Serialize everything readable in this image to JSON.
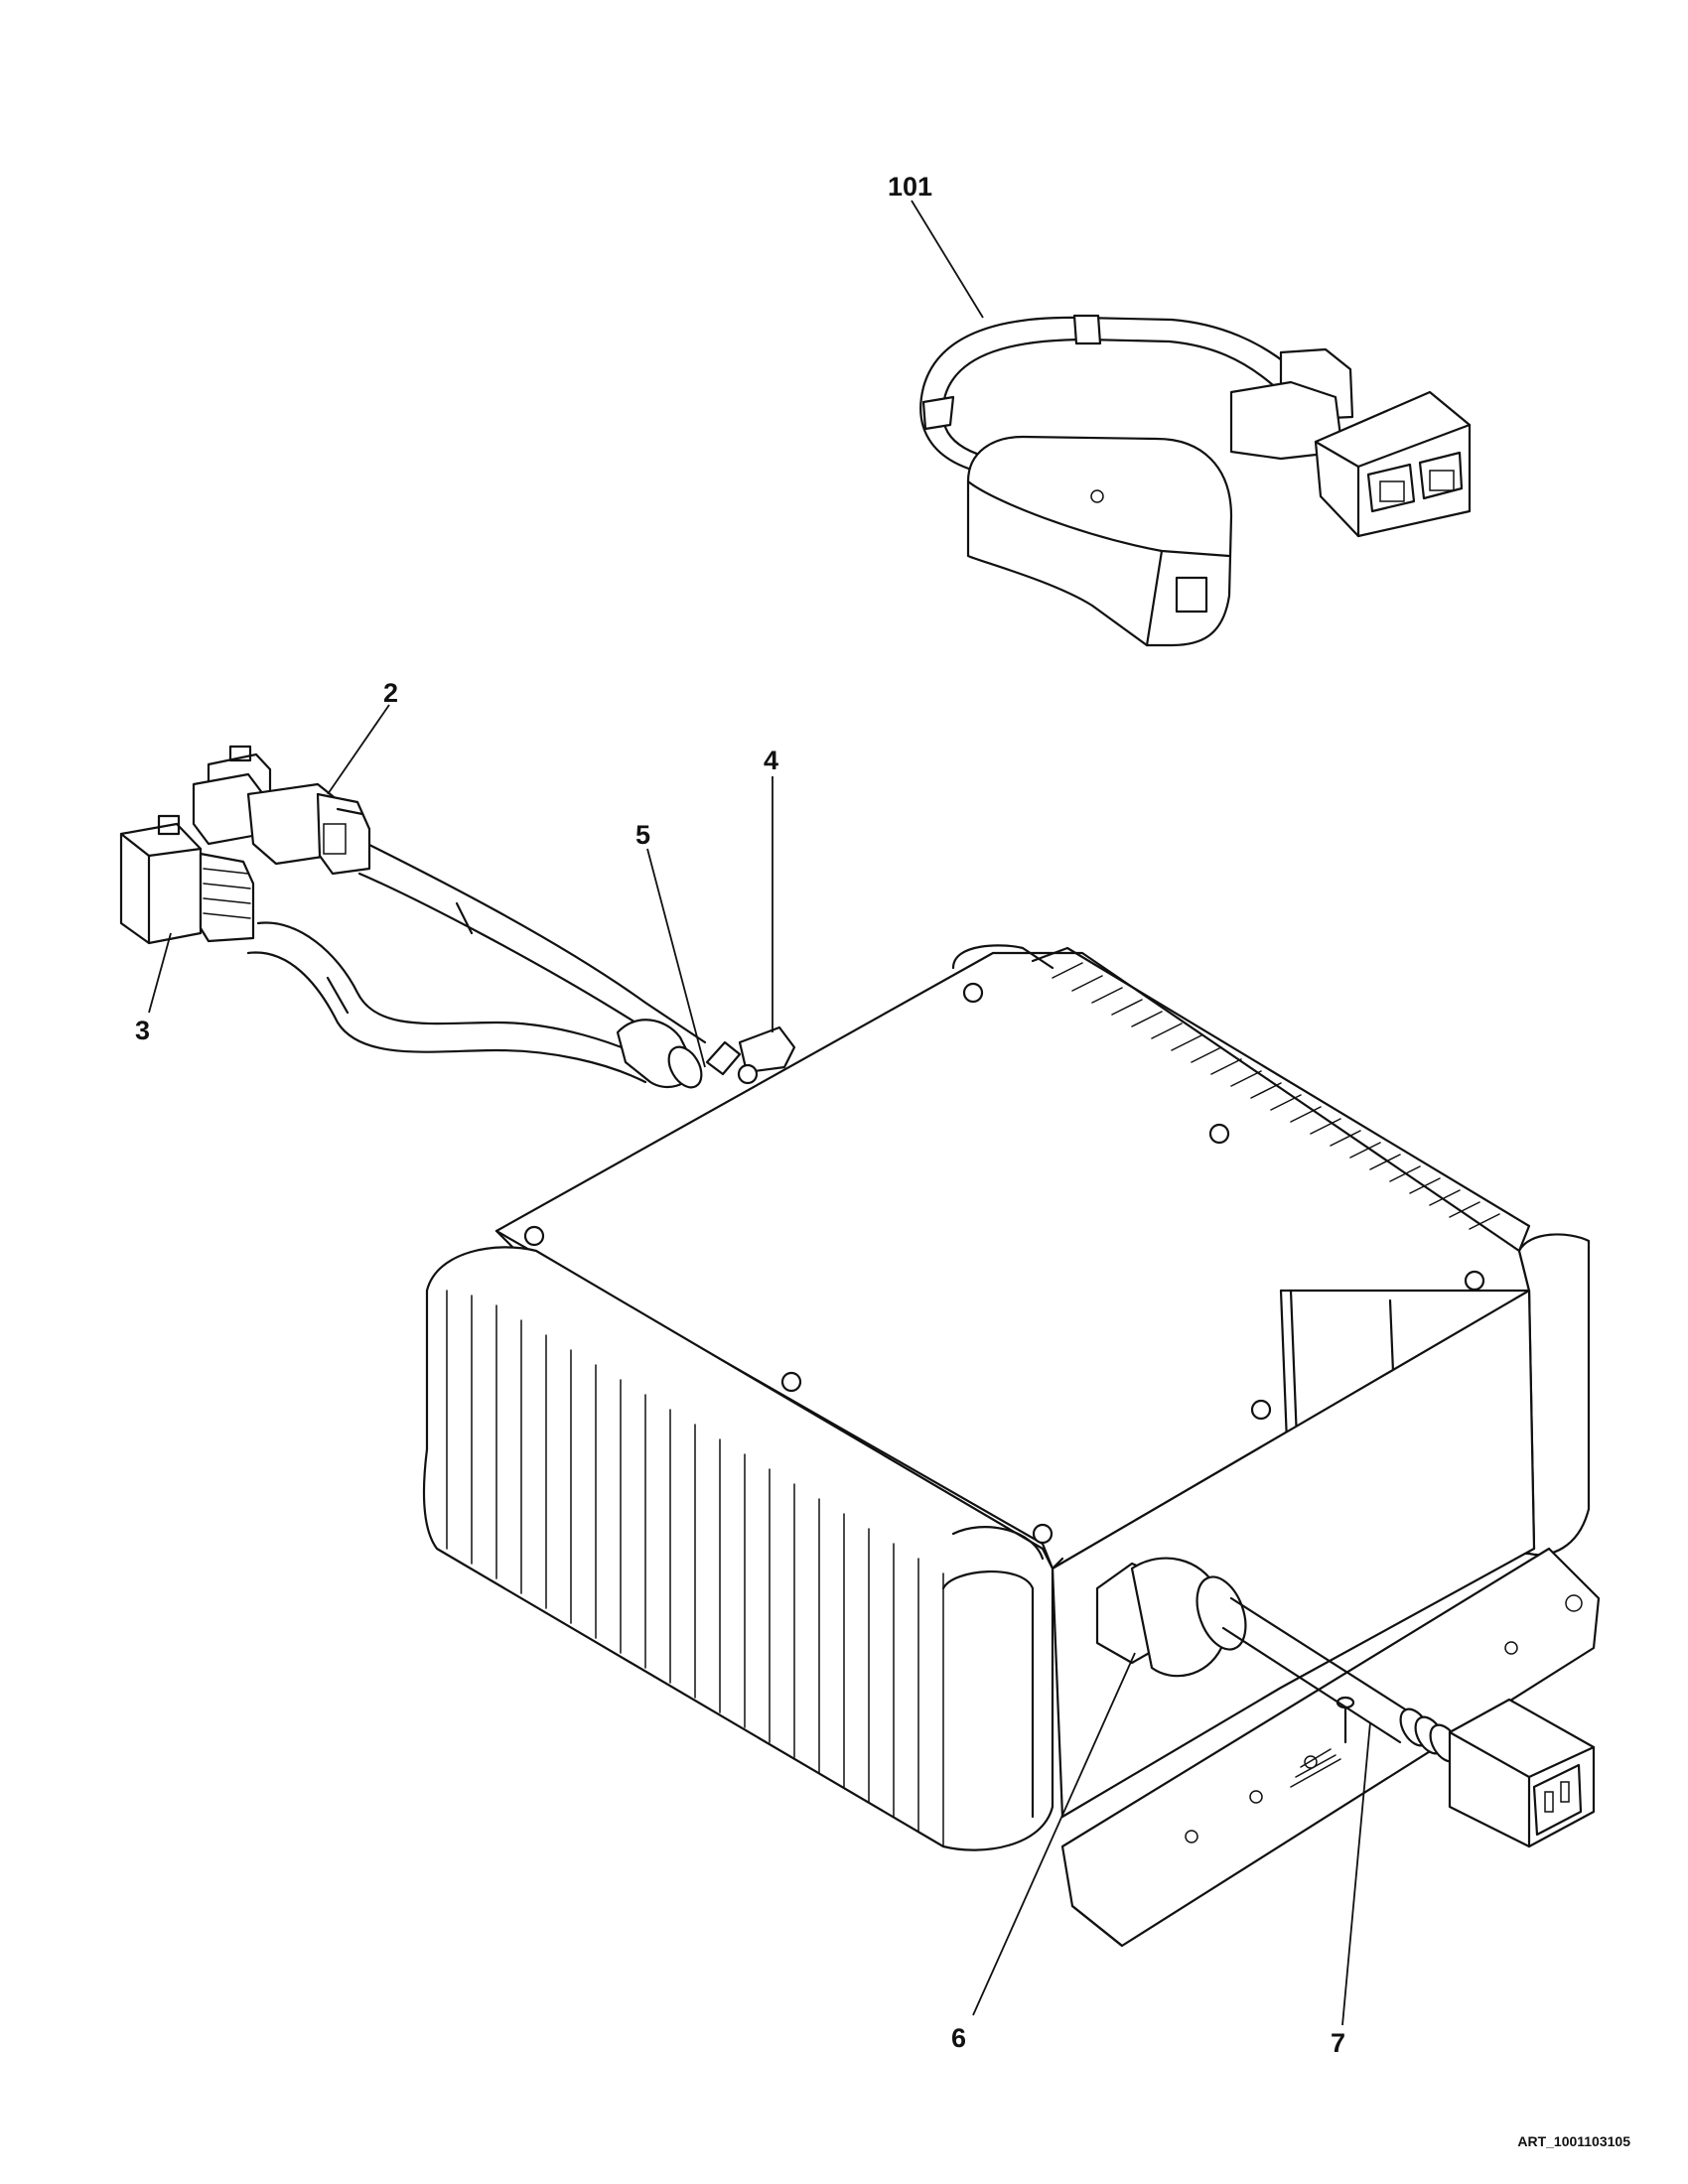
{
  "callouts": [
    {
      "id": "101",
      "label": "101"
    },
    {
      "id": "2",
      "label": "2"
    },
    {
      "id": "3",
      "label": "3"
    },
    {
      "id": "4",
      "label": "4"
    },
    {
      "id": "5",
      "label": "5"
    },
    {
      "id": "6",
      "label": "6"
    },
    {
      "id": "7",
      "label": "7"
    }
  ],
  "art_id": "ART_1001103105"
}
